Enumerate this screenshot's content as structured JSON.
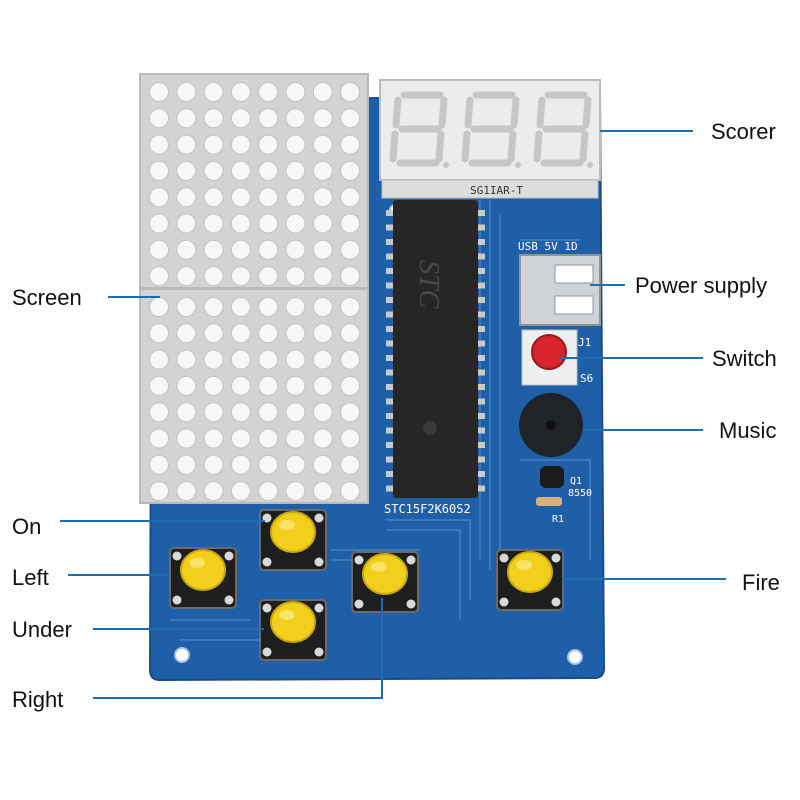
{
  "labels": {
    "scorer": "Scorer",
    "power_supply": "Power supply",
    "switch": "Switch",
    "music": "Music",
    "screen": "Screen",
    "on": "On",
    "left": "Left",
    "fire": "Fire",
    "under": "Under",
    "right": "Right"
  },
  "board_text": {
    "display_part": "SG1IAR-T",
    "chip_brand": "STC",
    "chip_model": "STC15F2K60S2",
    "usb": "USB 5V 1D",
    "switch_ref": "S6",
    "j1": "J1",
    "q1": "Q1",
    "q1_part": "8550",
    "r1": "R1"
  },
  "colors": {
    "board": "#1f5fa8",
    "board_dark": "#184c88",
    "matrix_body": "#d3d3d3",
    "led_off": "#f7f7f7",
    "seg_body": "#ececec",
    "chip": "#262626",
    "button_cap": "#f2cf1c",
    "switch_cap": "#d8242b",
    "buzzer": "#202328",
    "leader": "#1a6fb2"
  }
}
